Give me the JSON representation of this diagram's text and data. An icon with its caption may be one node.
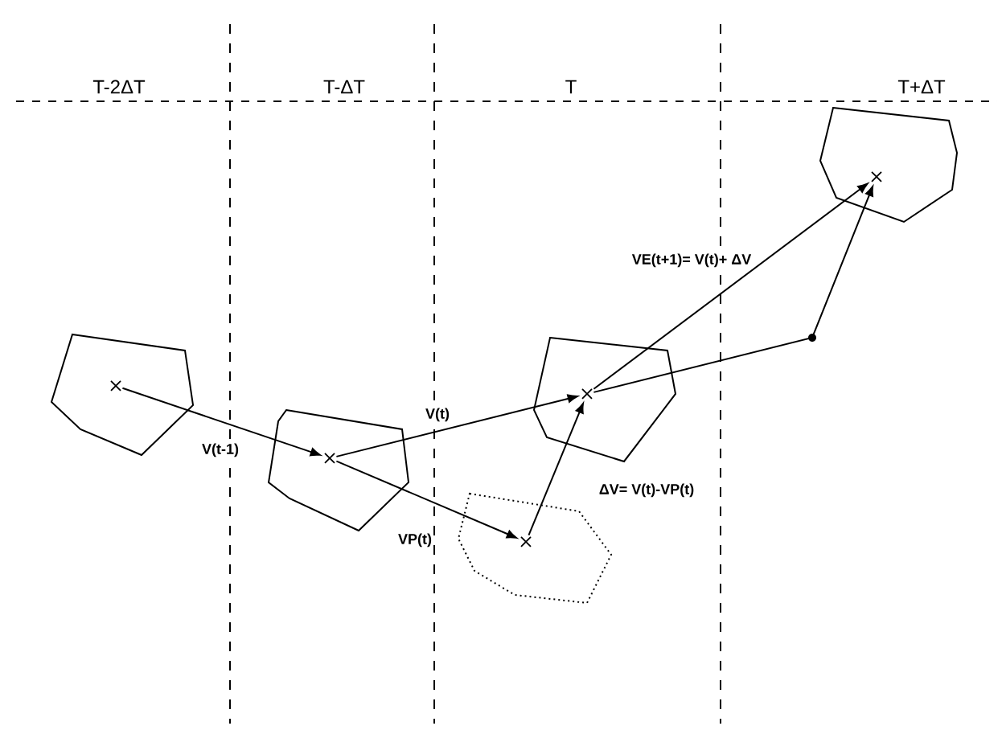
{
  "diagram": {
    "nodes": [
      {
        "text": [],
        "shape": "cross"
      },
      {
        "text": [],
        "shape": "cross"
      },
      {
        "text": [],
        "shape": "cross"
      },
      {
        "text": [],
        "shape": "cross"
      },
      {
        "text": [],
        "shape": "cross"
      }
    ],
    "edges": [
      {
        "from": 0,
        "to": 1,
        "arrow": "to",
        "label": "V(t-1)"
      },
      {
        "from": 1,
        "to": 3,
        "arrow": "to",
        "label": "VP(t)"
      },
      {
        "from": 1,
        "to": 2,
        "arrow": "to",
        "label": "V(t)"
      },
      {
        "from": 3,
        "to": 2,
        "arrow": "to",
        "label": "ΔV= V(t)-VP(t)"
      },
      {
        "from": 2,
        "to": 4,
        "arrow": "to",
        "label": "VE(t+1)= V(t)+ ΔV"
      },
      {
        "from": 2,
        "to": 4,
        "arrow": "to"
      }
    ],
    "labels": [
      "T-2ΔT",
      "T-ΔT",
      "T",
      "T+ΔT"
    ]
  }
}
